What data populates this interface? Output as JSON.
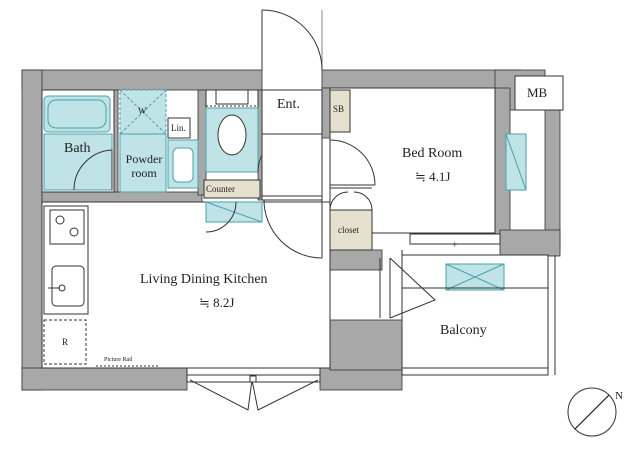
{
  "rooms": {
    "ldk": {
      "name": "Living Dining Kitchen",
      "area": "≒ 8.2J"
    },
    "bedroom": {
      "name": "Bed Room",
      "area": "≒ 4.1J"
    },
    "bath": {
      "name": "Bath"
    },
    "powder": {
      "name": "Powder room"
    },
    "entrance": {
      "name": "Ent."
    },
    "balcony": {
      "name": "Balcony"
    }
  },
  "fixtures": {
    "mb": "MB",
    "sb": "SB",
    "lin": "Lin.",
    "counter": "Counter",
    "closet": "closet",
    "fridge": "R",
    "washer_mark": "W",
    "picture_rail": "Picture Rail"
  },
  "compass": {
    "label": "N"
  },
  "colors": {
    "wall": "#a8a8a8",
    "fixture_fill": "#bfe3e6",
    "fixture_stroke": "#4aa3a8",
    "storage_fill": "#e6e0cf",
    "line": "#222222"
  }
}
